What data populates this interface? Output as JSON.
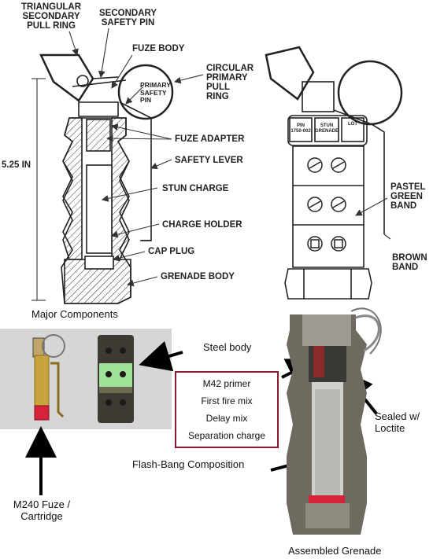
{
  "diagram_left": {
    "labels": {
      "triangular_ring": "TRIANGULAR\nSECONDARY\nPULL RING",
      "secondary_pin": "SECONDARY\nSAFETY PIN",
      "fuze_body": "FUZE BODY",
      "primary_pin": "PRIMARY\nSAFETY\nPIN",
      "circular_ring": "CIRCULAR\nPRIMARY\nPULL\nRING",
      "fuze_adapter": "FUZE ADAPTER",
      "safety_lever": "SAFETY LEVER",
      "stun_charge": "STUN CHARGE",
      "charge_holder": "CHARGE HOLDER",
      "cap_plug": "CAP PLUG",
      "grenade_body": "GRENADE BODY",
      "height": "5.25 IN"
    },
    "caption": "Major Components"
  },
  "diagram_right": {
    "body_text": {
      "pin_box": "PIN\n1750-002",
      "stun_box": "STUN\nGRENADE",
      "lot_box": "LOT"
    },
    "labels": {
      "pastel_band": "PASTEL\nGREEN\nBAND",
      "brown_band": "BROWN\nBAND"
    }
  },
  "photos": {
    "steel_body": "Steel body",
    "fuze": "M240 Fuze /\nCartridge",
    "callout_items": [
      "M42 primer",
      "First fire mix",
      "Delay mix",
      "Separation charge"
    ],
    "sealed": "Sealed w/\nLoctite",
    "flash_bang": "Flash-Bang Composition",
    "assembled": "Assembled Grenade"
  },
  "colors": {
    "callout_border": "#8b1c2c",
    "pastel_green": "#9fe39a",
    "fuze_red": "#d6223a",
    "fuze_brass": "#c8a23a",
    "body_dark": "#3c3a33"
  }
}
